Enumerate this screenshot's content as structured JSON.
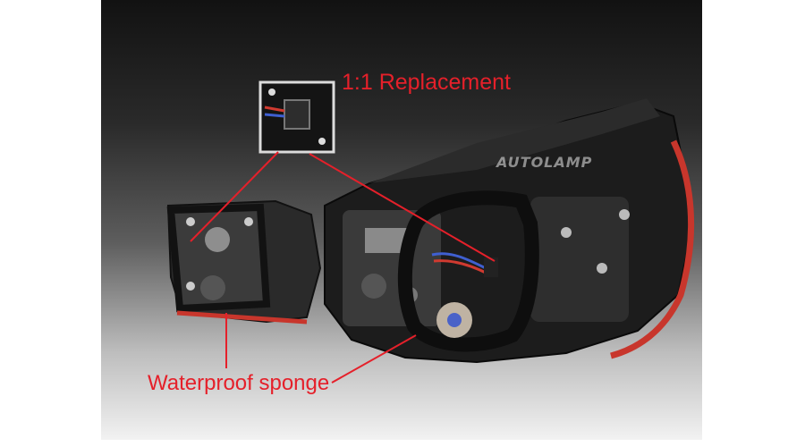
{
  "labels": {
    "replacement": "1:1 Replacement",
    "sponge": "Waterproof sponge"
  },
  "watermark": "AUTOLAMP",
  "colors": {
    "annotation_red": "#e5202a",
    "lamp_lens_red": "#c8362c",
    "background_top": "#121212",
    "background_bottom": "#f2f2f2"
  }
}
